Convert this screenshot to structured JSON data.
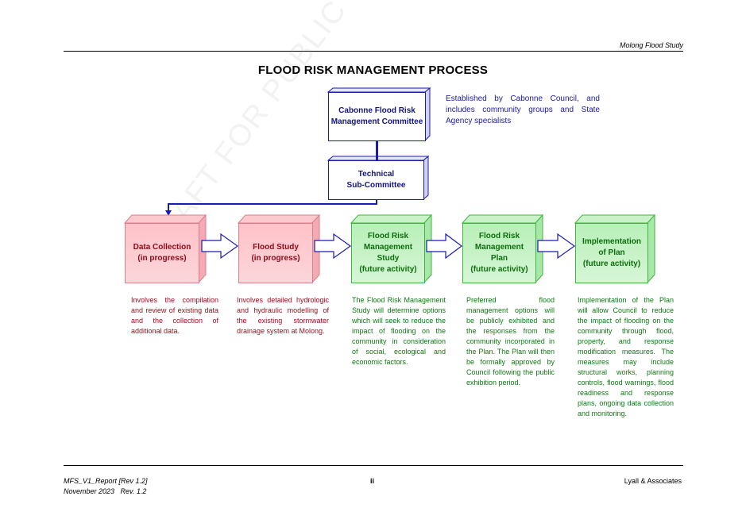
{
  "header": {
    "right_text": "Molong Flood Study"
  },
  "title": "FLOOD RISK MANAGEMENT PROCESS",
  "watermark": "DRAFT FOR PUBLIC EXHIBITION",
  "committee": {
    "line1": "Cabonne Flood Risk",
    "line2": "Management Committee",
    "note": "Established by Cabonne Council, and includes community groups and State Agency specialists"
  },
  "subcommittee": {
    "line1": "Technical",
    "line2": "Sub-Committee"
  },
  "stages": [
    {
      "lines": [
        "Data Collection",
        "(in progress)"
      ],
      "description": "Involves the compilation and review of existing data and the collection of additional data."
    },
    {
      "lines": [
        "Flood Study",
        "(in progress)"
      ],
      "description": "Involves detailed hydrologic and hydraulic modelling of the existing stormwater drainage system at Molong."
    },
    {
      "lines": [
        "Flood Risk",
        "Management",
        "Study",
        "(future activity)"
      ],
      "description": "The Flood Risk Management Study will determine options which will seek to reduce the impact of flooding on the community in consideration of social, ecological and economic factors."
    },
    {
      "lines": [
        "Flood Risk",
        "Management",
        "Plan",
        "(future activity)"
      ],
      "description": "Preferred flood management options will be publicly exhibited and the responses from the community incorporated in the Plan. The Plan will then be formally approved by Council following the public exhibition period."
    },
    {
      "lines": [
        "Implementation",
        "of Plan",
        "(future activity)"
      ],
      "description": "Implementation of the Plan will allow Council to reduce the impact of flooding on the community through flood, property, and response modification measures. The measures may include structural works, planning controls, flood warnings, flood readiness and response plans, ongoing data collection and monitoring."
    }
  ],
  "footer": {
    "report": "MFS_V1_Report [Rev 1.2]",
    "date": "November 2023   Rev. 1.2",
    "page": "ii",
    "company": "Lyall & Associates"
  },
  "colors": {
    "blue": "#1b1bb3",
    "red": "#8f0a18",
    "green": "#0d6e0d"
  }
}
